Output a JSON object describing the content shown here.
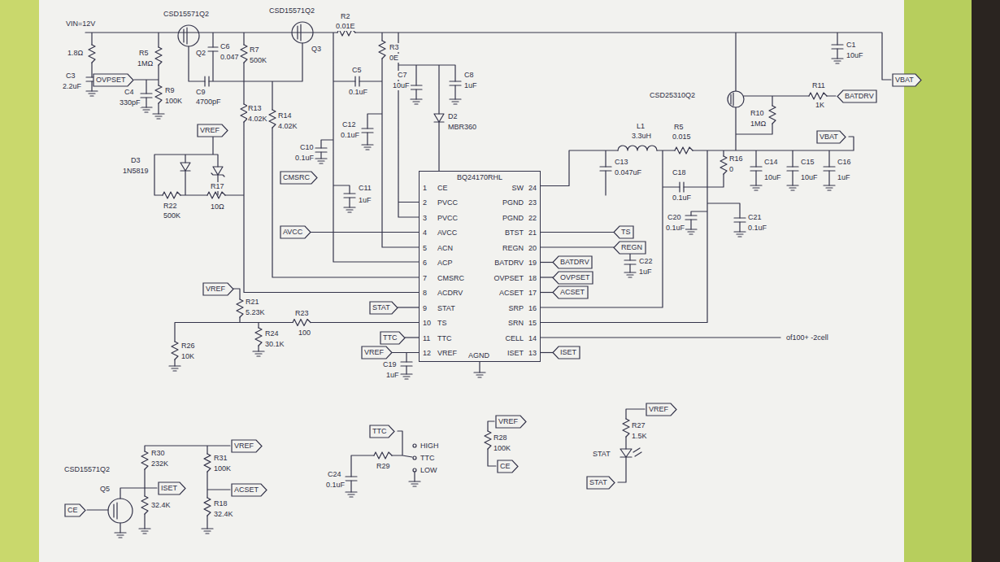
{
  "diagram": {
    "nodes": [
      {
        "text": [
          "OVPSET"
        ]
      },
      {
        "text": [
          "VBAT"
        ]
      },
      {
        "text": [
          "VREF"
        ]
      },
      {
        "text": [
          "BATDRV"
        ]
      },
      {
        "text": [
          "VBAT"
        ]
      },
      {
        "text": [
          "CMSRC"
        ]
      },
      {
        "text": [
          "BQ24170RHL",
          "1",
          "CE",
          "2",
          "PVCC",
          "3",
          "PVCC",
          "4",
          "AVCC",
          "5",
          "ACN",
          "6",
          "ACP",
          "7",
          "CMSRC",
          "8",
          "ACDRV",
          "9",
          "STAT",
          "10",
          "TS",
          "11",
          "TTC",
          "12",
          "VREF",
          "24",
          "SW",
          "23",
          "PGND",
          "22",
          "PGND",
          "21",
          "BTST",
          "20",
          "REGN",
          "19",
          "BATDRV",
          "18",
          "OVPSET",
          "17",
          "ACSET",
          "16",
          "SRP",
          "15",
          "SRN",
          "14",
          "CELL",
          "13",
          "ISET",
          "AGND"
        ]
      },
      {
        "text": [
          "TS"
        ]
      },
      {
        "text": [
          "AVCC"
        ]
      },
      {
        "text": [
          "REGN"
        ]
      },
      {
        "text": [
          "BATDRV"
        ]
      },
      {
        "text": [
          "OVPSET"
        ]
      },
      {
        "text": [
          "ACSET"
        ]
      },
      {
        "text": [
          "VREF"
        ]
      },
      {
        "text": [
          "STAT"
        ]
      },
      {
        "text": [
          "TTC"
        ]
      },
      {
        "text": [
          "ISET"
        ]
      },
      {
        "text": [
          "VREF"
        ]
      },
      {
        "text": [
          "TTC"
        ]
      },
      {
        "text": [
          "VREF"
        ]
      },
      {
        "text": [
          "VREF"
        ]
      },
      {
        "text": [
          "VREF"
        ]
      },
      {
        "text": [
          "CE"
        ]
      },
      {
        "text": [
          "ISET"
        ]
      },
      {
        "text": [
          "ACSET"
        ]
      },
      {
        "text": [
          "STAT"
        ]
      },
      {
        "text": [
          "CE"
        ]
      }
    ],
    "edges": [
      {
        "from": 8,
        "to": 6,
        "arrow": "none"
      },
      {
        "from": 14,
        "to": 6,
        "arrow": "none"
      },
      {
        "from": 15,
        "to": 6,
        "arrow": "none"
      },
      {
        "from": 17,
        "to": 6,
        "arrow": "none"
      },
      {
        "from": 7,
        "to": 6,
        "arrow": "none"
      },
      {
        "from": 9,
        "to": 6,
        "arrow": "none"
      },
      {
        "from": 10,
        "to": 6,
        "arrow": "none"
      },
      {
        "from": 11,
        "to": 6,
        "arrow": "none"
      },
      {
        "from": 12,
        "to": 6,
        "arrow": "none"
      },
      {
        "from": 16,
        "to": 6,
        "arrow": "none"
      }
    ],
    "labels": [
      "VIN=12V",
      "CSD15571Q2",
      "CSD15571Q2",
      "Q2",
      "Q3",
      "1.8Ω",
      "R5",
      "1MΩ",
      "R7",
      "500K",
      "C6",
      "0.047",
      "C9",
      "4700pF",
      "R2",
      "0.01E",
      "R3",
      "0E",
      "C3",
      "2.2uF",
      "C4",
      "330pF",
      "R9",
      "100K",
      "R13",
      "4.02K",
      "R14",
      "4.02K",
      "D3",
      "1N5819",
      "R22",
      "500K",
      "R17",
      "10Ω",
      "C5",
      "0.1uF",
      "C12",
      "0.1uF",
      "C10",
      "0.1uF",
      "C11",
      "1uF",
      "C7",
      "10uF",
      "C8",
      "1uF",
      "D2",
      "MBR360",
      "L1",
      "3.3uH",
      "C13",
      "0.047uF",
      "R5",
      "0.015",
      "R16",
      "0",
      "C18",
      "0.1uF",
      "C14",
      "10uF",
      "C15",
      "10uF",
      "C16",
      "1uF",
      "CSD25310Q2",
      "R11",
      "1K",
      "R10",
      "1MΩ",
      "C1",
      "10uF",
      "C22",
      "1uF",
      "C20",
      "0.1uF",
      "C21",
      "0.1uF",
      "of100+ -2cell",
      "R21",
      "5.23K",
      "R23",
      "100",
      "R24",
      "30.1K",
      "R26",
      "10K",
      "C19",
      "1uF",
      "CSD15571Q2",
      "Q5",
      "R30",
      "232K",
      "32.4K",
      "R31",
      "100K",
      "R18",
      "32.4K",
      "C24",
      "0.1uF",
      "R29",
      "HIGH",
      "TTC",
      "LOW",
      "R28",
      "100K",
      "R27",
      "1.5K",
      "STAT"
    ]
  }
}
